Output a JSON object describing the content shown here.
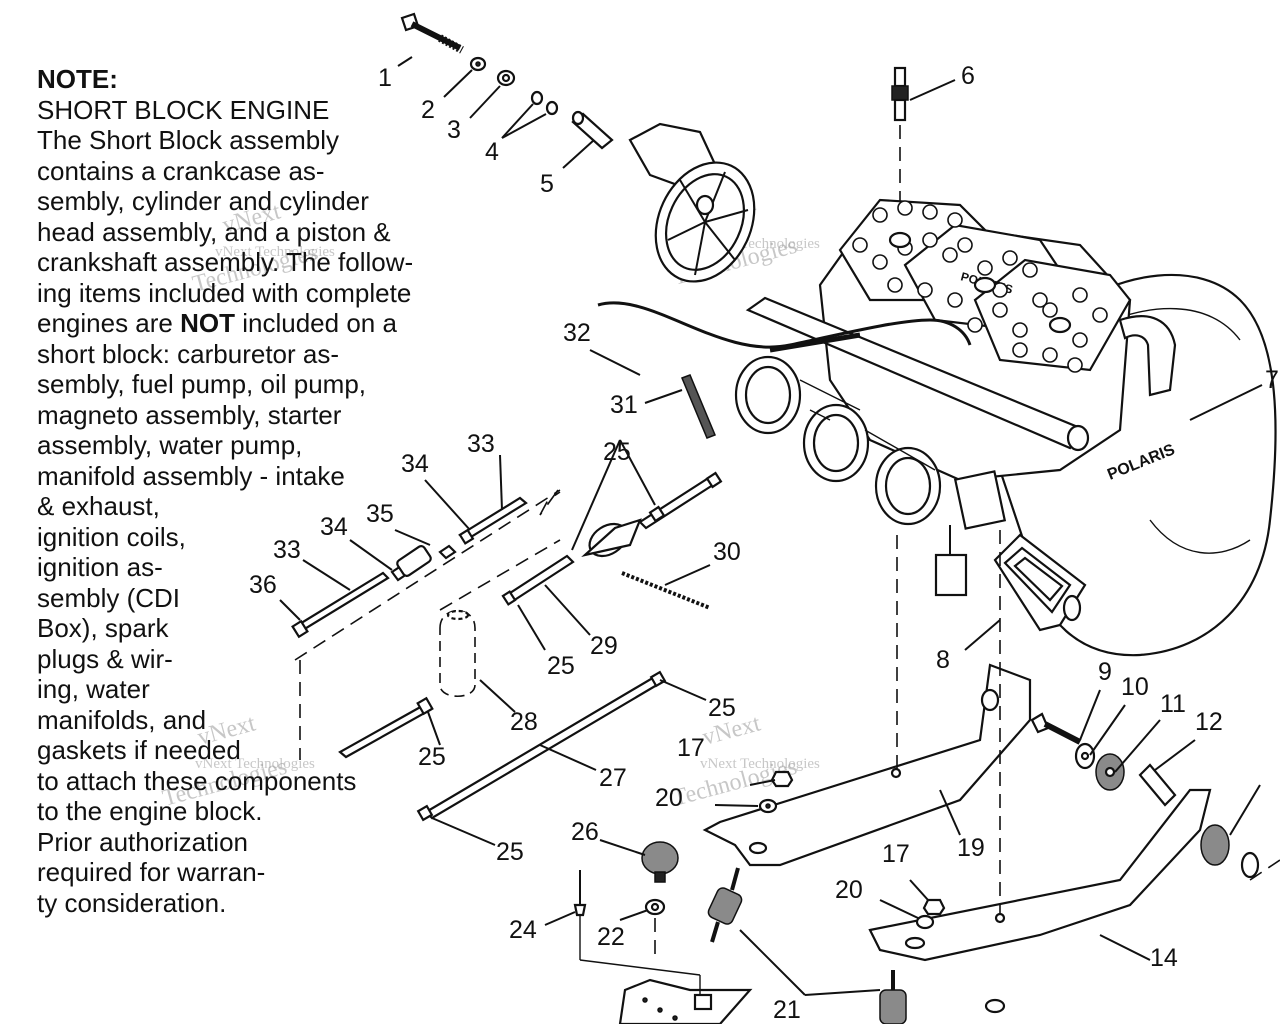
{
  "note": {
    "heading": "NOTE:",
    "lines": [
      "SHORT BLOCK ENGINE",
      "The Short Block assembly",
      "contains a crankcase as-",
      "sembly, cylinder and cylinder",
      "head assembly, and a piston &",
      "crankshaft assembly.  The follow-",
      "ing items included with complete",
      "engines are",
      "NOT",
      " included on a",
      "short block:  carburetor as-",
      "sembly, fuel pump, oil pump,",
      "magneto assembly, starter",
      "assembly, water pump,",
      "manifold assembly - intake",
      "& exhaust,",
      "ignition coils,",
      "ignition as-",
      "sembly (CDI",
      "Box), spark",
      "plugs & wir-",
      "ing, water",
      "manifolds, and",
      "gaskets if needed",
      "to attach these components",
      "to the engine block.",
      "Prior authorization",
      "required for warran-",
      "ty consideration."
    ]
  },
  "callouts": {
    "c1": "1",
    "c2": "2",
    "c3": "3",
    "c4": "4",
    "c5": "5",
    "c6": "6",
    "c7": "7",
    "c8": "8",
    "c9": "9",
    "c10": "10",
    "c11": "11",
    "c12": "12",
    "c14": "14",
    "c17a": "17",
    "c17b": "17",
    "c19": "19",
    "c20a": "20",
    "c20b": "20",
    "c21": "21",
    "c22": "22",
    "c24": "24",
    "c25a": "25",
    "c25b": "25",
    "c25c": "25",
    "c25d": "25",
    "c25e": "25",
    "c26": "26",
    "c27": "27",
    "c28": "28",
    "c29": "29",
    "c30": "30",
    "c31": "31",
    "c32": "32",
    "c33a": "33",
    "c33b": "33",
    "c34a": "34",
    "c34b": "34",
    "c35": "35",
    "c36": "36"
  },
  "brand_marks": {
    "engine_label": "POLARIS",
    "head_label": "POLARIS"
  },
  "watermarks": {
    "wm1": "vNext",
    "wm2": "Technologies",
    "wm3": "vNext Technologies",
    "wm4": "vNext",
    "wm5": "Technologies",
    "wm6": "vNext Technologies",
    "wm7": "vNext",
    "wm8": "Technologies",
    "wm9": "vNext Technologies",
    "wm10": "vNext",
    "wm11": "Technologies",
    "wm12": "vNext Technologies"
  }
}
